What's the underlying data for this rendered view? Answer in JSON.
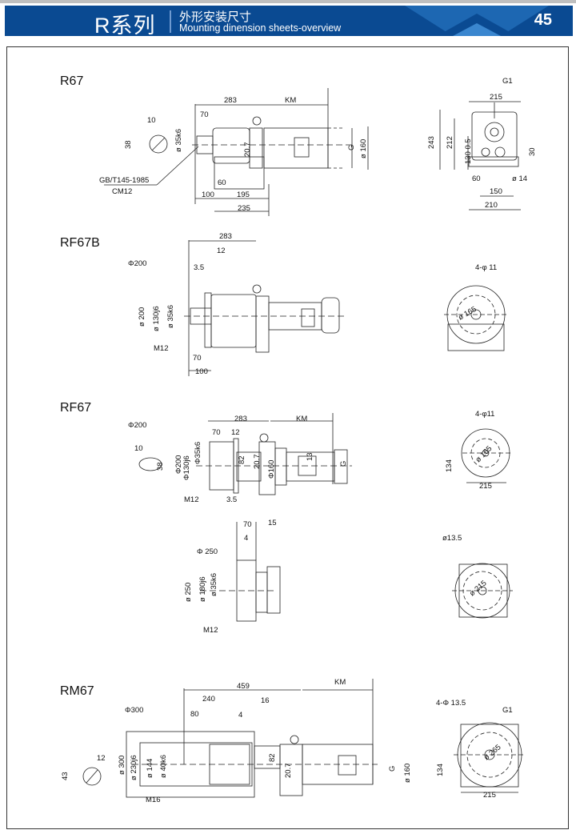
{
  "header": {
    "series": "R系列",
    "title_cn": "外形安装尺寸",
    "title_en": "Mounting dinension sheets-overview",
    "page_number": "45",
    "colors": {
      "band": "#0a4a92",
      "accent": "#2f7fc8"
    }
  },
  "sections": [
    {
      "title": "R67",
      "labels": [
        "283",
        "KM",
        "70",
        "10",
        "38",
        "ø 35k6",
        "20.7",
        "G",
        "ø 160",
        "GB/T145-1985",
        "CM12",
        "60",
        "100",
        "195",
        "235",
        "G1",
        "215",
        "243",
        "212",
        "130 0.5",
        "30",
        "60",
        "ø 14",
        "150",
        "210"
      ]
    },
    {
      "title": "RF67B",
      "labels": [
        "283",
        "Φ200",
        "12",
        "3.5",
        "ø 200",
        "ø 130j6",
        "ø 35k6",
        "M12",
        "70",
        "100",
        "4-φ 11",
        "ø 165"
      ]
    },
    {
      "title": "RF67",
      "labels": [
        "283",
        "KM",
        "Φ200",
        "70",
        "12",
        "10",
        "38",
        "Φ200",
        "Φ130j6",
        "Φ35k6",
        "82",
        "20.7",
        "Φ160",
        "13",
        "G",
        "M12",
        "3.5",
        "4-φ11",
        "134",
        "ø 165",
        "215",
        "70",
        "15",
        "4",
        "Φ 250",
        "ø 250",
        "ø 180j6",
        "ø 35k6",
        "M12",
        "ø13.5",
        "ø 215"
      ]
    },
    {
      "title": "RM67",
      "labels": [
        "459",
        "KM",
        "240",
        "16",
        "Φ300",
        "80",
        "4",
        "12",
        "43",
        "ø 300",
        "ø 230j6",
        "ø 144",
        "ø 40k6",
        "82",
        "20.7",
        "G",
        "ø 160",
        "M16",
        "4-Φ 13.5",
        "G1",
        "134",
        "ø 265",
        "215"
      ]
    }
  ]
}
